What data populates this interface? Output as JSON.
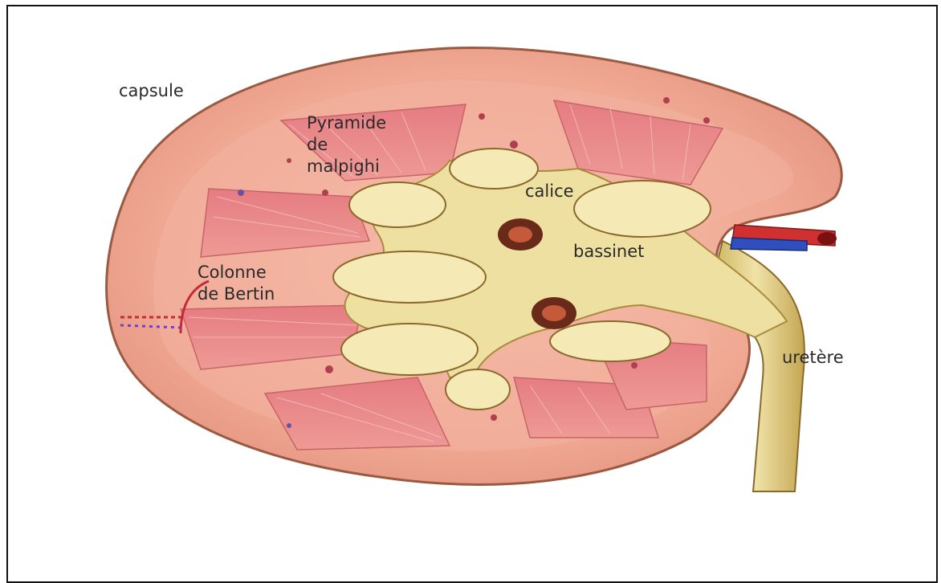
{
  "labels": {
    "capsule": "capsule",
    "pyramid": [
      "Pyramide",
      "de",
      "malpighi"
    ],
    "calice": "calice",
    "bassinet": "bassinet",
    "colonne": [
      "Colonne",
      "de Bertin"
    ],
    "uretere": "uretère"
  },
  "colors": {
    "cortex": "#efa490",
    "cortex_edge": "#9a5a42",
    "pyramid": "#e8858a",
    "pelvis": "#efe3a6",
    "calyx_fat": "#f3e7ae",
    "vessel_red": "#d03030",
    "vessel_blue": "#2f4fbf"
  }
}
